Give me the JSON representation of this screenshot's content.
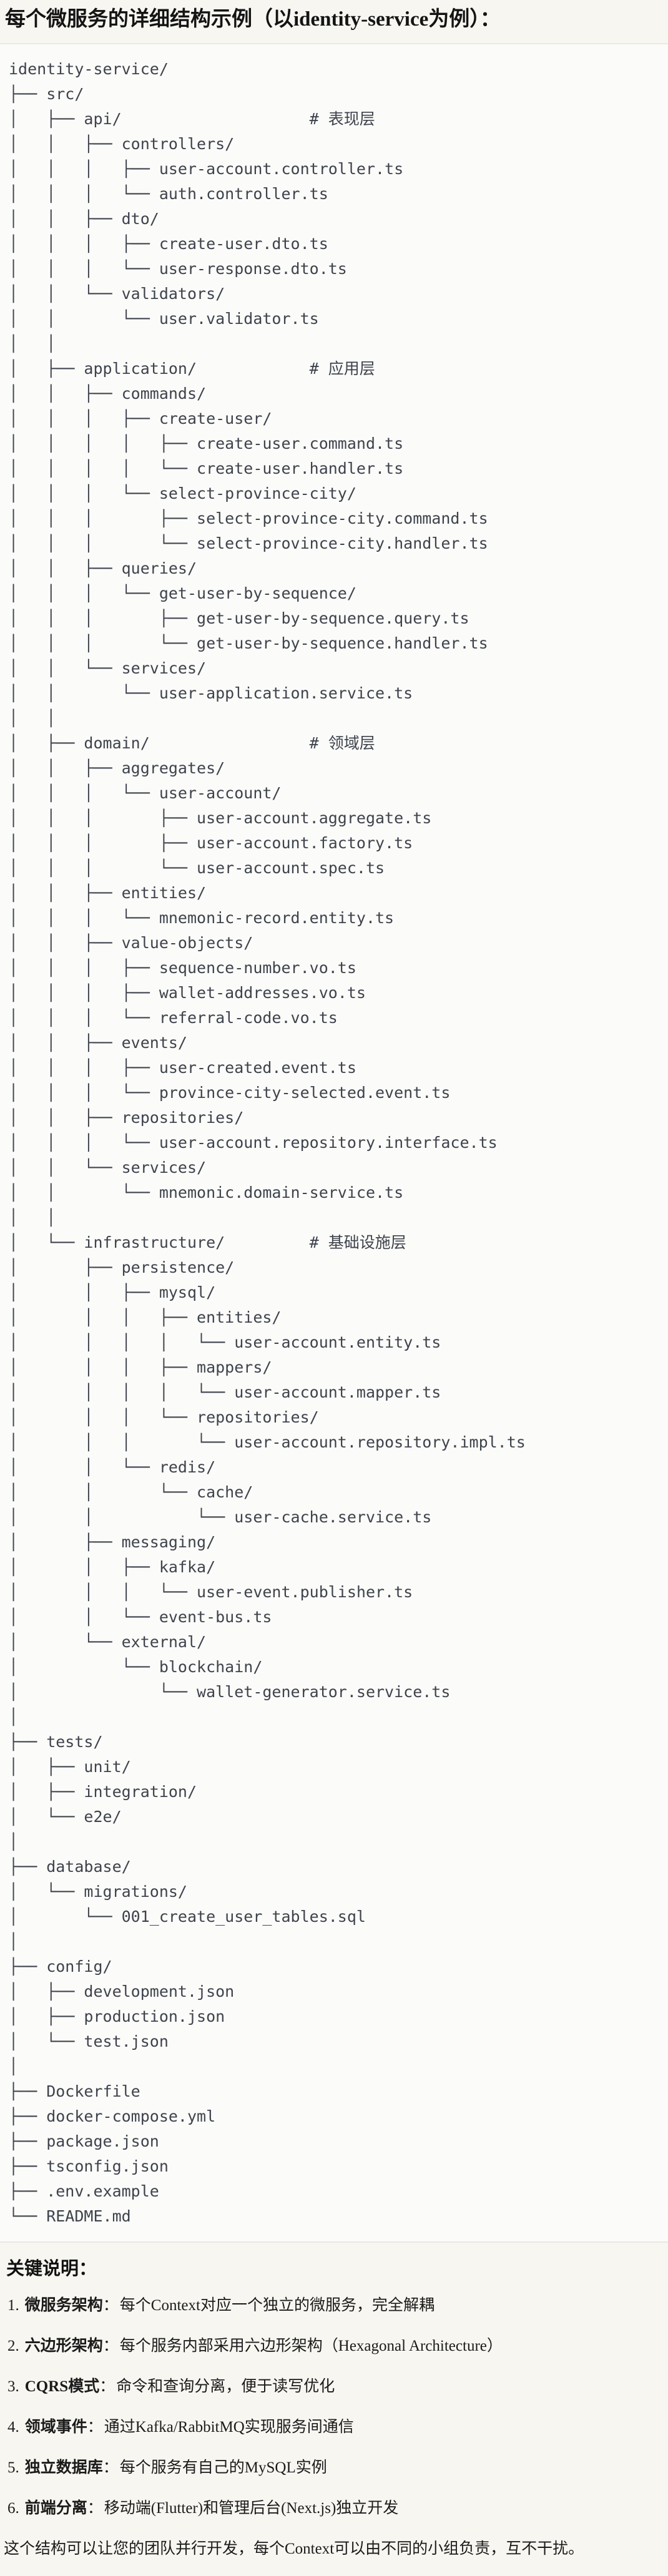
{
  "page": {
    "title": "每个微服务的详细结构示例（以identity-service为例）："
  },
  "tree": {
    "lines": [
      "identity-service/",
      "├── src/",
      "│   ├── api/                    # 表现层",
      "│   │   ├── controllers/",
      "│   │   │   ├── user-account.controller.ts",
      "│   │   │   └── auth.controller.ts",
      "│   │   ├── dto/",
      "│   │   │   ├── create-user.dto.ts",
      "│   │   │   └── user-response.dto.ts",
      "│   │   └── validators/",
      "│   │       └── user.validator.ts",
      "│   │",
      "│   ├── application/            # 应用层",
      "│   │   ├── commands/",
      "│   │   │   ├── create-user/",
      "│   │   │   │   ├── create-user.command.ts",
      "│   │   │   │   └── create-user.handler.ts",
      "│   │   │   └── select-province-city/",
      "│   │   │       ├── select-province-city.command.ts",
      "│   │   │       └── select-province-city.handler.ts",
      "│   │   ├── queries/",
      "│   │   │   └── get-user-by-sequence/",
      "│   │   │       ├── get-user-by-sequence.query.ts",
      "│   │   │       └── get-user-by-sequence.handler.ts",
      "│   │   └── services/",
      "│   │       └── user-application.service.ts",
      "│   │",
      "│   ├── domain/                 # 领域层",
      "│   │   ├── aggregates/",
      "│   │   │   └── user-account/",
      "│   │   │       ├── user-account.aggregate.ts",
      "│   │   │       ├── user-account.factory.ts",
      "│   │   │       └── user-account.spec.ts",
      "│   │   ├── entities/",
      "│   │   │   └── mnemonic-record.entity.ts",
      "│   │   ├── value-objects/",
      "│   │   │   ├── sequence-number.vo.ts",
      "│   │   │   ├── wallet-addresses.vo.ts",
      "│   │   │   └── referral-code.vo.ts",
      "│   │   ├── events/",
      "│   │   │   ├── user-created.event.ts",
      "│   │   │   └── province-city-selected.event.ts",
      "│   │   ├── repositories/",
      "│   │   │   └── user-account.repository.interface.ts",
      "│   │   └── services/",
      "│   │       └── mnemonic.domain-service.ts",
      "│   │",
      "│   └── infrastructure/         # 基础设施层",
      "│       ├── persistence/",
      "│       │   ├── mysql/",
      "│       │   │   ├── entities/",
      "│       │   │   │   └── user-account.entity.ts",
      "│       │   │   ├── mappers/",
      "│       │   │   │   └── user-account.mapper.ts",
      "│       │   │   └── repositories/",
      "│       │   │       └── user-account.repository.impl.ts",
      "│       │   └── redis/",
      "│       │       └── cache/",
      "│       │           └── user-cache.service.ts",
      "│       ├── messaging/",
      "│       │   ├── kafka/",
      "│       │   │   └── user-event.publisher.ts",
      "│       │   └── event-bus.ts",
      "│       └── external/",
      "│           └── blockchain/",
      "│               └── wallet-generator.service.ts",
      "│",
      "├── tests/",
      "│   ├── unit/",
      "│   ├── integration/",
      "│   └── e2e/",
      "│",
      "├── database/",
      "│   └── migrations/",
      "│       └── 001_create_user_tables.sql",
      "│",
      "├── config/",
      "│   ├── development.json",
      "│   ├── production.json",
      "│   └── test.json",
      "│",
      "├── Dockerfile",
      "├── docker-compose.yml",
      "├── package.json",
      "├── tsconfig.json",
      "├── .env.example",
      "└── README.md"
    ]
  },
  "notes": {
    "heading": "关键说明：",
    "colon": "：",
    "items": [
      {
        "num": "1.",
        "label": "微服务架构",
        "desc": "每个Context对应一个独立的微服务，完全解耦"
      },
      {
        "num": "2.",
        "label": "六边形架构",
        "desc": "每个服务内部采用六边形架构（Hexagonal Architecture）"
      },
      {
        "num": "3.",
        "label": "CQRS模式",
        "desc": "命令和查询分离，便于读写优化"
      },
      {
        "num": "4.",
        "label": "领域事件",
        "desc": "通过Kafka/RabbitMQ实现服务间通信"
      },
      {
        "num": "5.",
        "label": "独立数据库",
        "desc": "每个服务有自己的MySQL实例"
      },
      {
        "num": "6.",
        "label": "前端分离",
        "desc": "移动端(Flutter)和管理后台(Next.js)独立开发"
      }
    ],
    "footer": "这个结构可以让您的团队并行开发，每个Context可以由不同的小组负责，互不干扰。"
  }
}
